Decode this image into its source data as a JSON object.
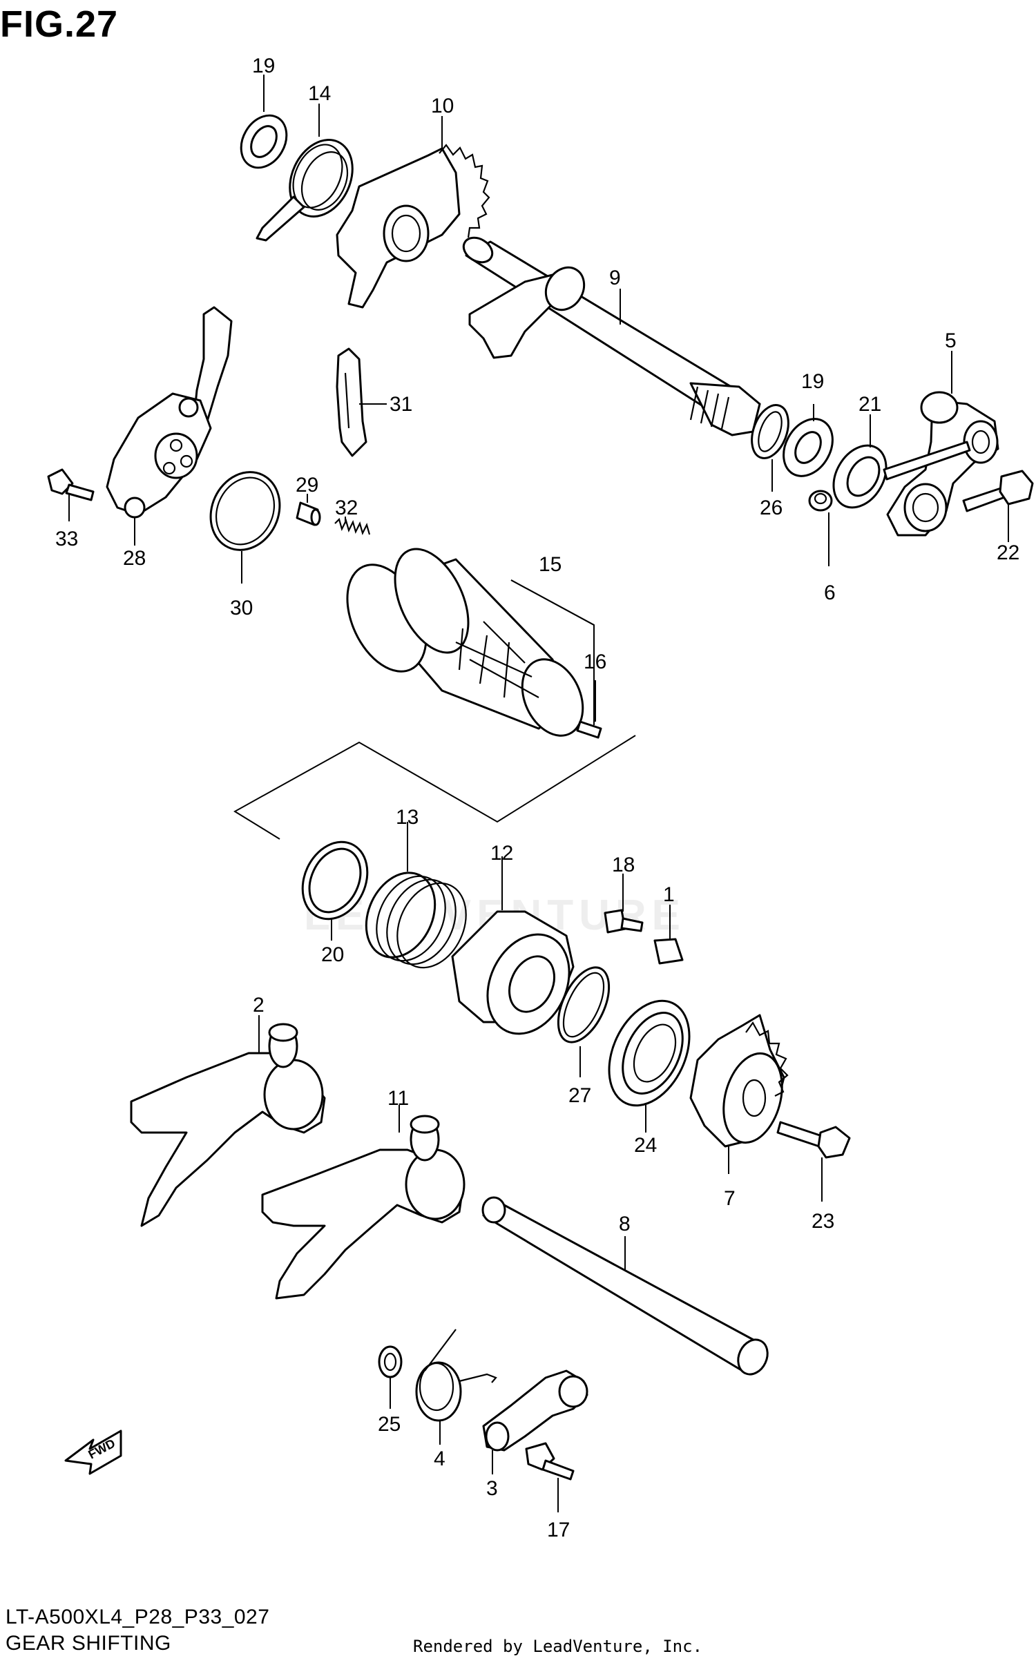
{
  "figure": {
    "title": "FIG.27",
    "watermark": "LEADVENTURE",
    "diagram_code": "LT-A500XL4_P28_P33_027",
    "section_title": "GEAR SHIFTING",
    "rendered_by": "Rendered by LeadVenture, Inc."
  },
  "callouts": {
    "c1": "1",
    "c2": "2",
    "c3": "3",
    "c4": "4",
    "c5": "5",
    "c6": "6",
    "c7": "7",
    "c8": "8",
    "c9": "9",
    "c10": "10",
    "c11": "11",
    "c12": "12",
    "c13": "13",
    "c14": "14",
    "c15": "15",
    "c16": "16",
    "c17": "17",
    "c18": "18",
    "c19a": "19",
    "c19b": "19",
    "c20": "20",
    "c21": "21",
    "c22": "22",
    "c23": "23",
    "c24": "24",
    "c25": "25",
    "c26": "26",
    "c27": "27",
    "c28": "28",
    "c29": "29",
    "c30": "30",
    "c31": "31",
    "c32": "32",
    "c33": "33"
  },
  "fwd_label": "FWD"
}
